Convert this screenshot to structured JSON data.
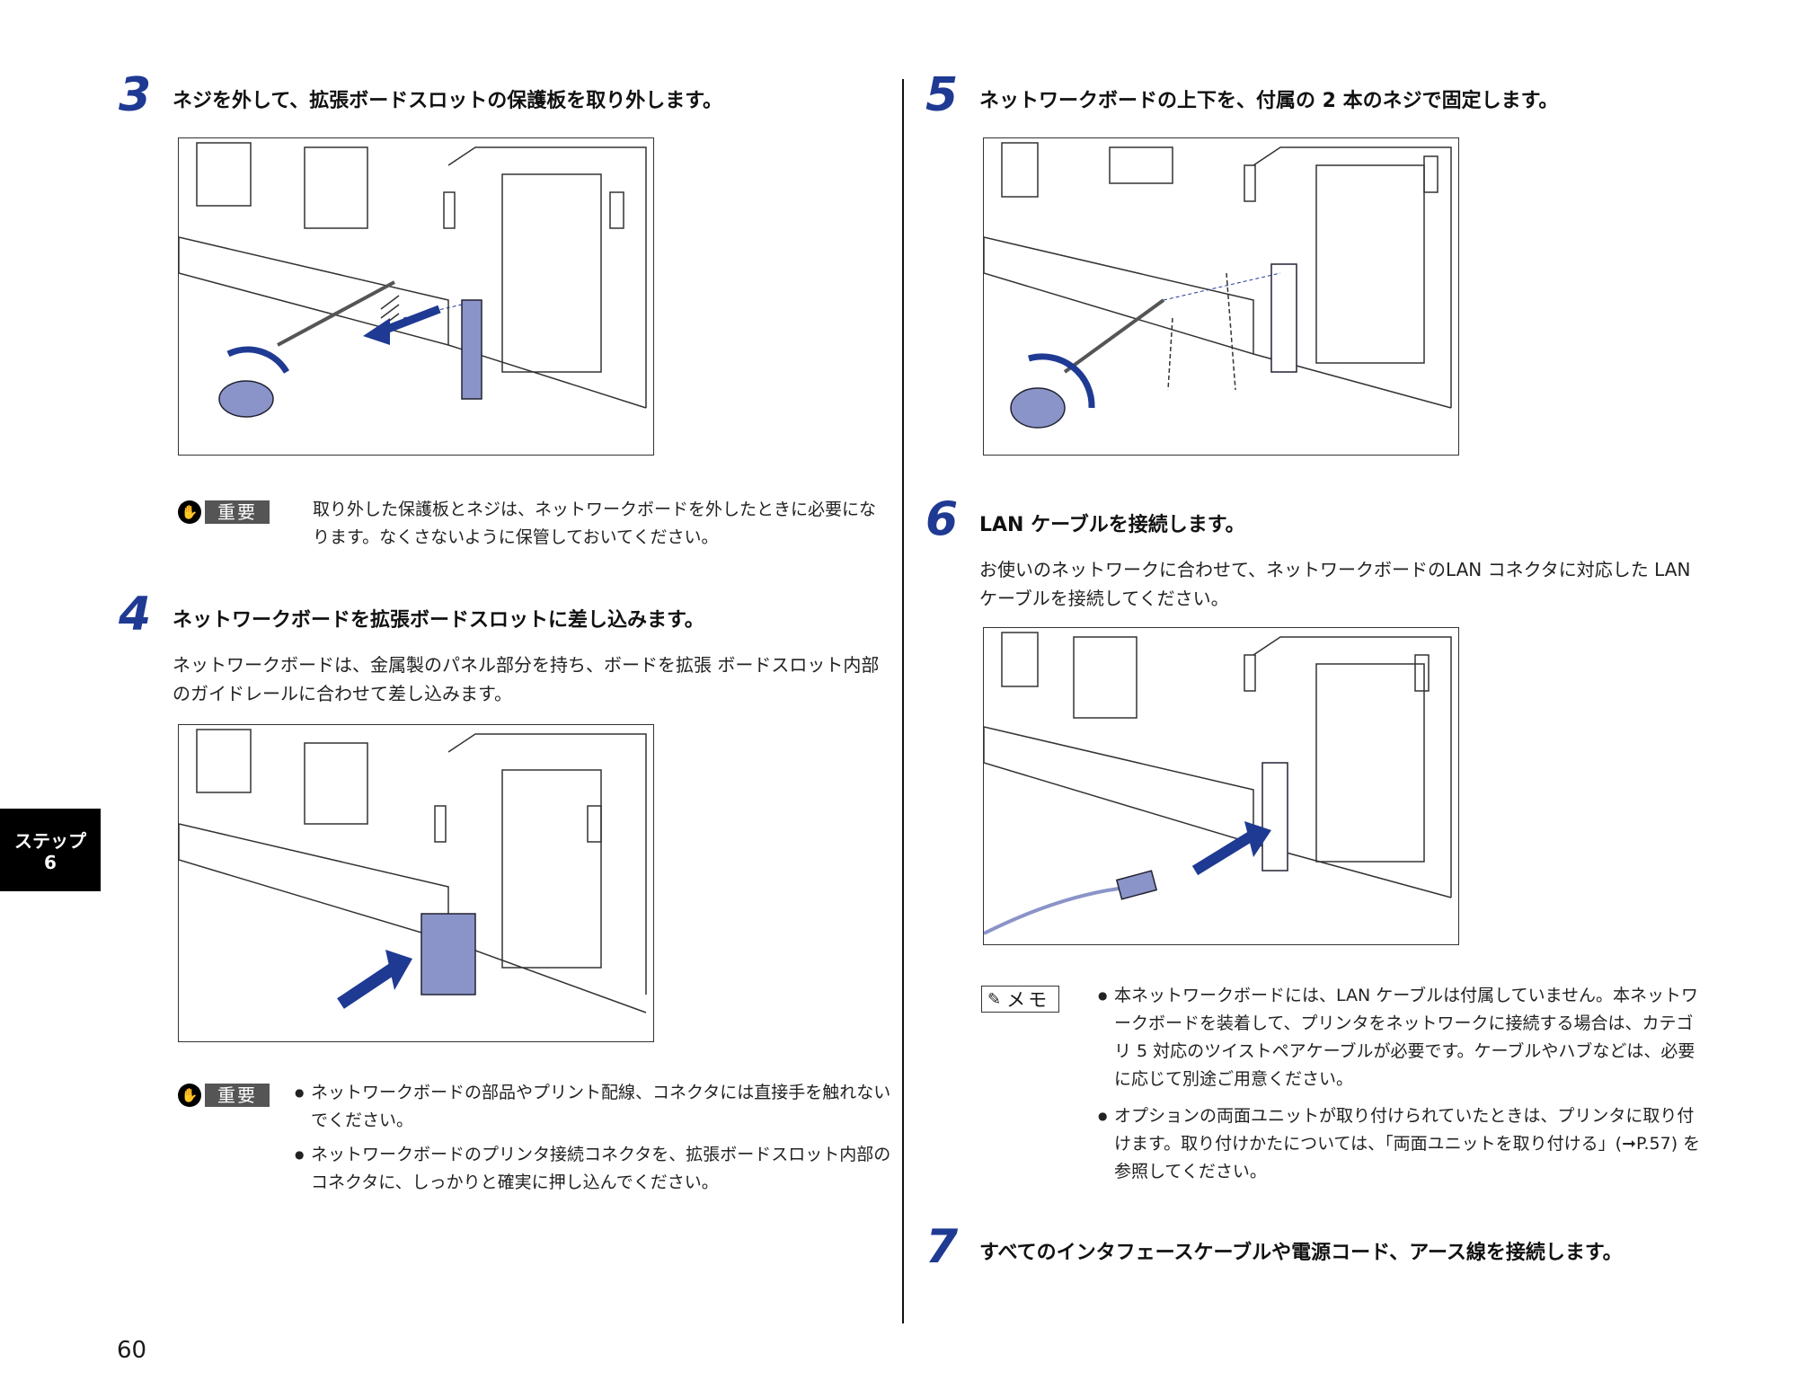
{
  "steps": {
    "s3": {
      "num": "3",
      "title": "ネジを外して、拡張ボードスロットの保護板を取り外します。"
    },
    "s4": {
      "num": "4",
      "title": "ネットワークボードを拡張ボードスロットに差し込みます。",
      "body": "ネットワークボードは、金属製のパネル部分を持ち、ボードを拡張 ボードスロット内部のガイドレールに合わせて差し込みます。"
    },
    "s5": {
      "num": "5",
      "title": "ネットワークボードの上下を、付属の 2 本のネジで固定します。"
    },
    "s6": {
      "num": "6",
      "title": "LAN ケーブルを接続します。",
      "body": "お使いのネットワークに合わせて、ネットワークボードのLAN コネクタに対応した LAN ケーブルを接続してください。"
    },
    "s7": {
      "num": "7",
      "title": "すべてのインタフェースケーブルや電源コード、アース線を接続します。"
    }
  },
  "labels": {
    "important": "重要",
    "memo": "メモ"
  },
  "notes": {
    "imp1": "取り外した保護板とネジは、ネットワークボードを外したときに必要になります。なくさないように保管しておいてください。",
    "imp2": [
      "ネットワークボードの部品やプリント配線、コネクタには直接手を触れないでください。",
      "ネットワークボードのプリンタ接続コネクタを、拡張ボードスロット内部のコネクタに、しっかりと確実に押し込んでください。"
    ],
    "memo": [
      "本ネットワークボードには、LAN ケーブルは付属していません。本ネットワークボードを装着して、プリンタをネットワークに接続する場合は、カテゴリ 5 対応のツイストペアケーブルが必要です。ケーブルやハブなどは、必要に応じて別途ご用意ください。",
      "オプションの両面ユニットが取り付けられていたときは、プリンタに取り付けます。取り付けかたについては、「両面ユニットを取り付ける」(➞P.57) を参照してください。"
    ]
  },
  "side_tab": {
    "line1": "ステップ",
    "line2": "6"
  },
  "page_number": "60",
  "colors": {
    "accent": "#1f3a93",
    "board": "#8a94c8",
    "tab_bg": "#000000"
  }
}
